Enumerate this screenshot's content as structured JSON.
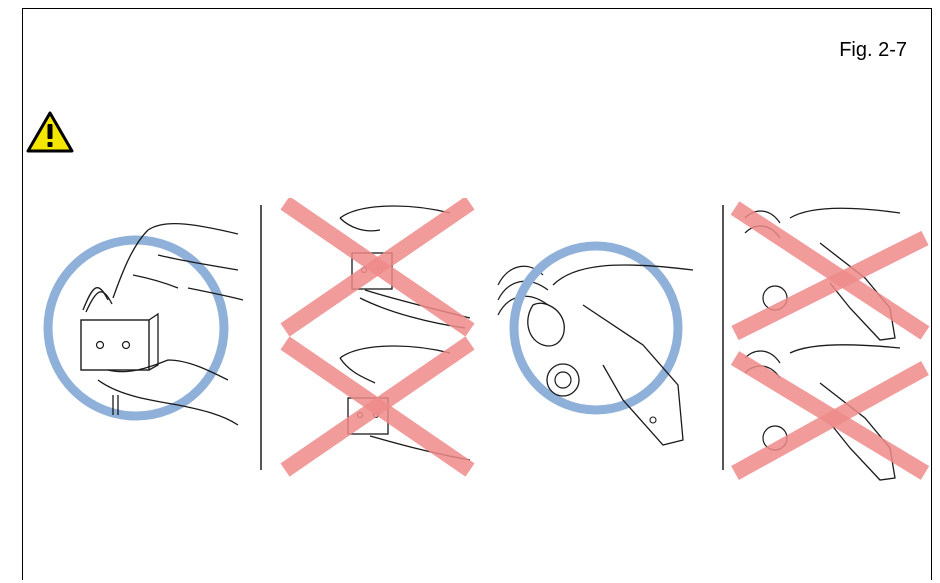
{
  "figure": {
    "label": "Fig. 2-7"
  },
  "icons": {
    "warning": "warning-triangle-icon"
  },
  "colors": {
    "ok_circle": "#8fb0d8",
    "wrong_cross": "#ee8a8a",
    "warning_fill": "#f5e600",
    "line": "#1a1a1a"
  },
  "panels": [
    {
      "id": "correct-hold-part-a",
      "status": "correct"
    },
    {
      "id": "wrong-hold-part-a",
      "status": "wrong"
    },
    {
      "id": "correct-hold-part-b",
      "status": "correct"
    },
    {
      "id": "wrong-hold-part-b",
      "status": "wrong"
    }
  ]
}
